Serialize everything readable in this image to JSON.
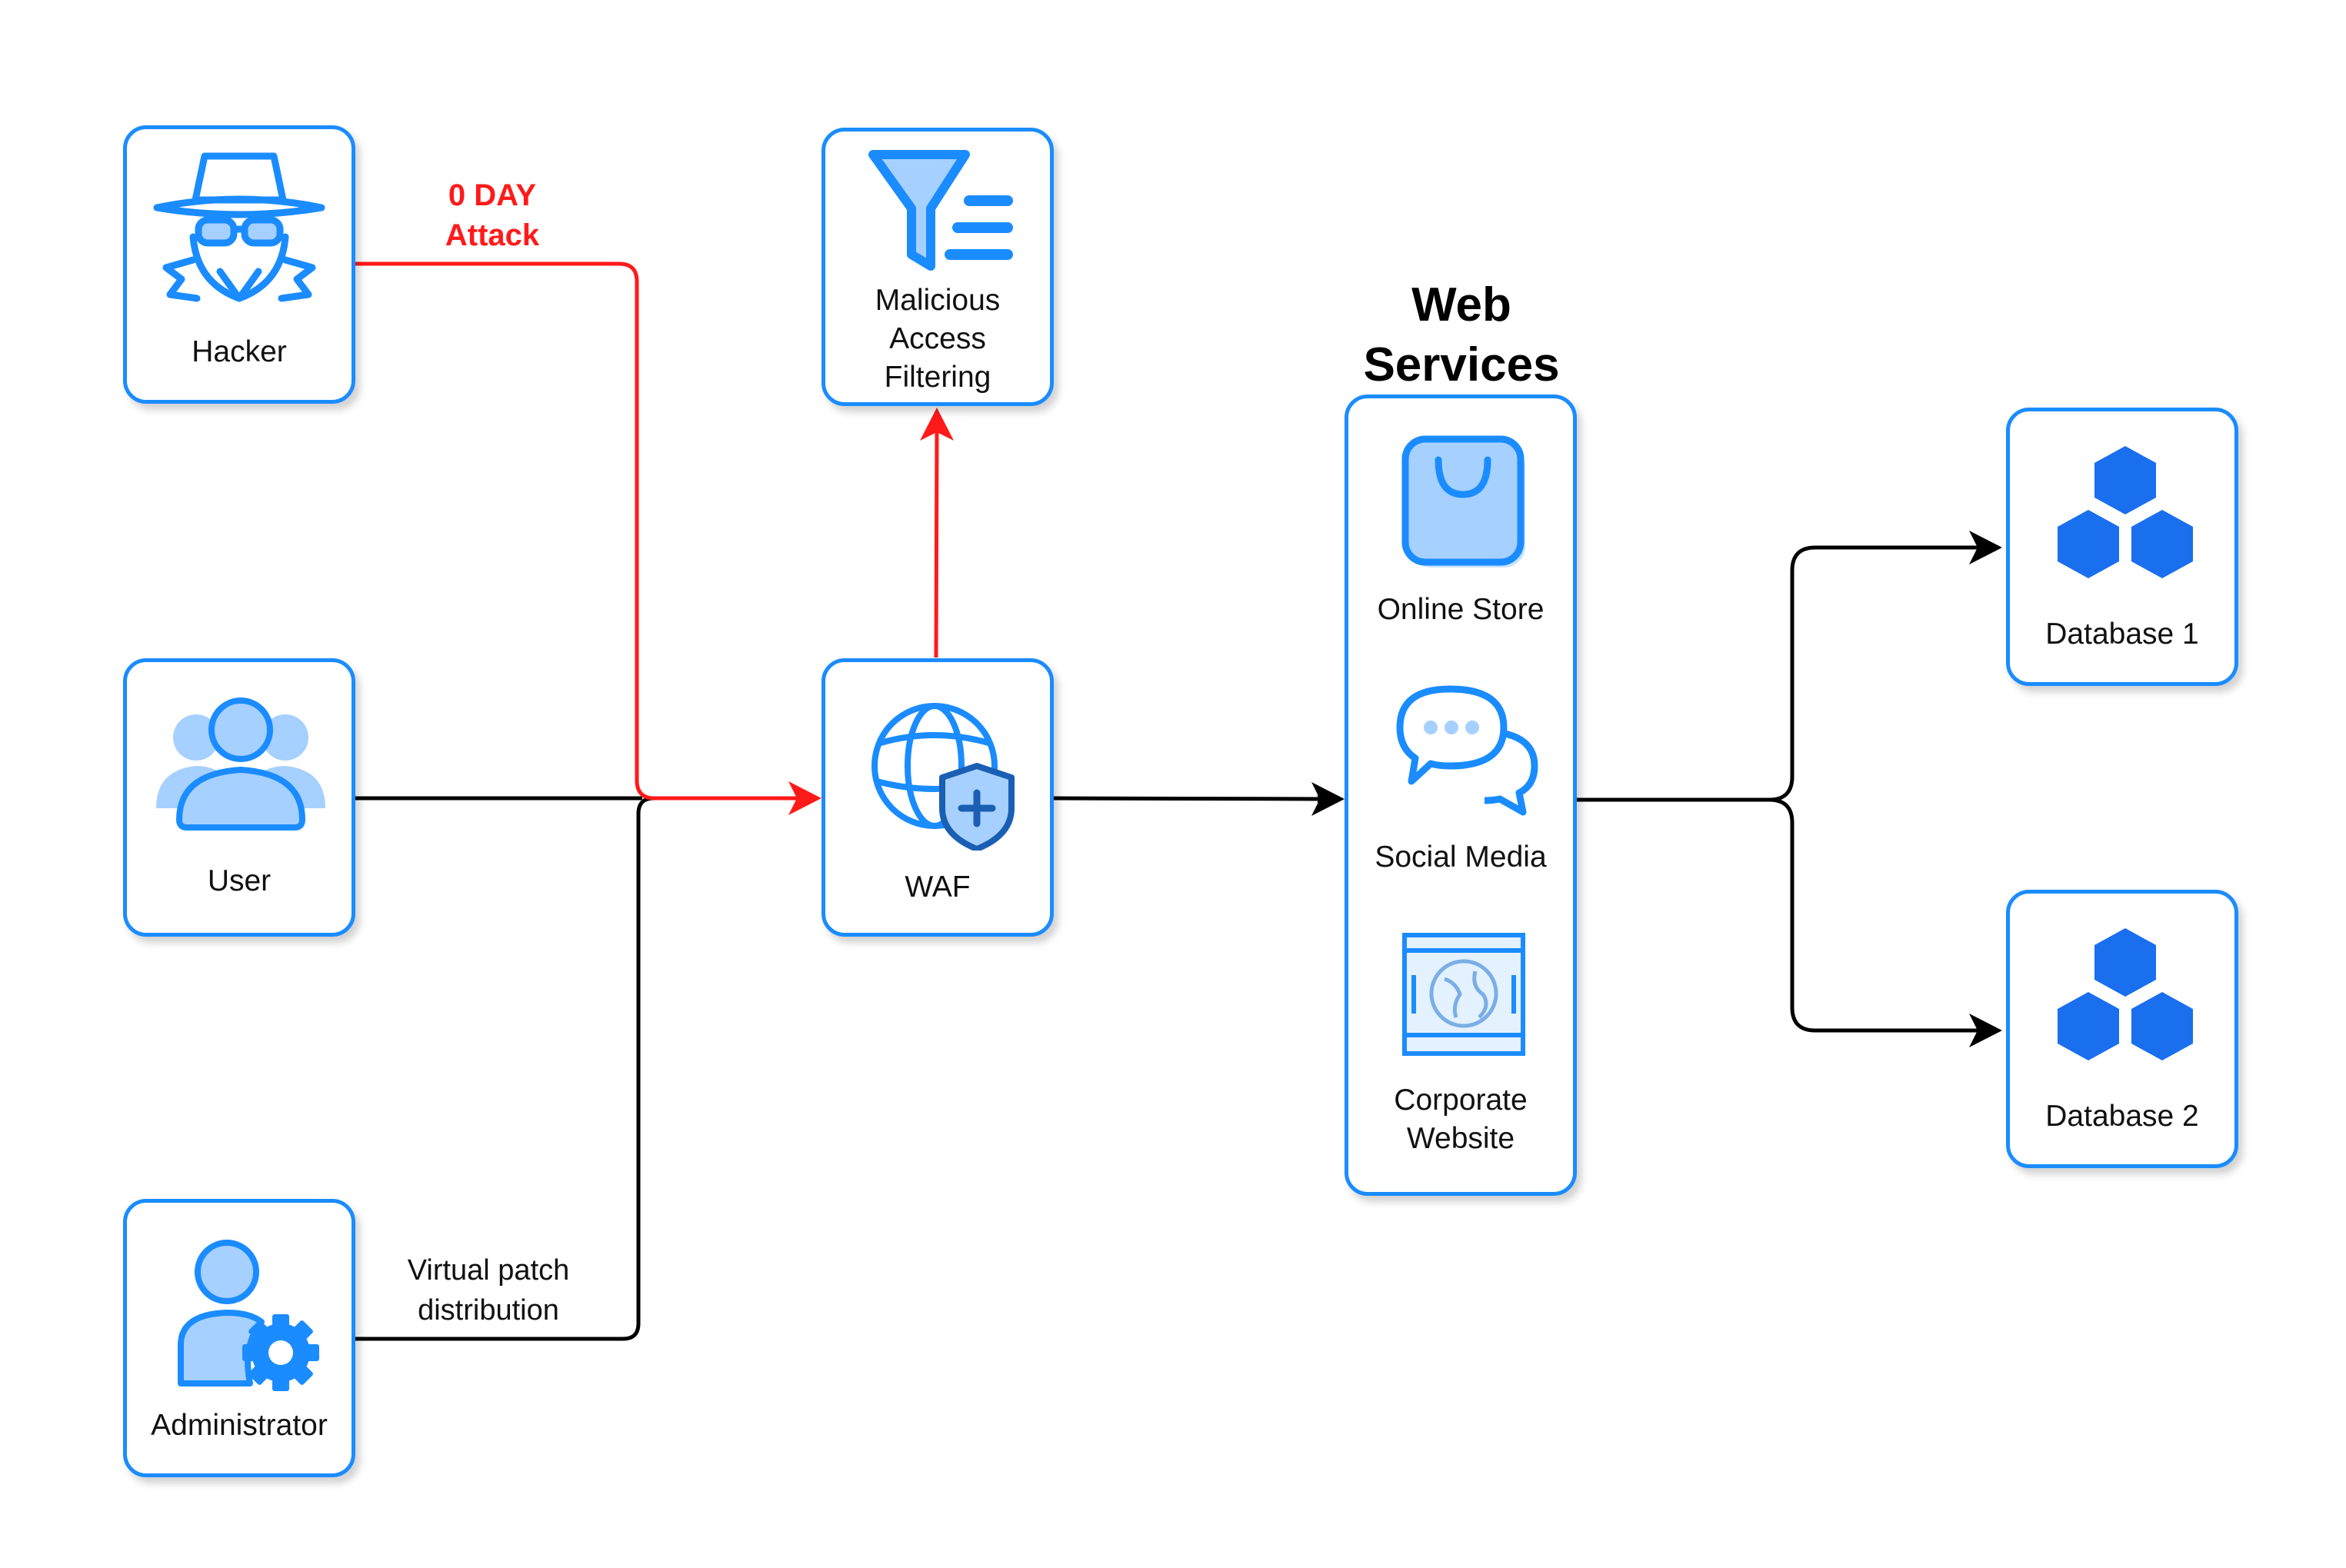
{
  "nodes": {
    "hacker": {
      "label": "Hacker",
      "icon": "hacker-icon"
    },
    "user": {
      "label": "User",
      "icon": "user-group-icon"
    },
    "administrator": {
      "label": "Administrator",
      "icon": "admin-gear-icon"
    },
    "filtering": {
      "label_lines": [
        "Malicious",
        "Access",
        "Filtering"
      ],
      "icon": "filter-icon"
    },
    "waf": {
      "label": "WAF",
      "icon": "globe-shield-icon"
    },
    "database1": {
      "label": "Database 1",
      "icon": "database-cubes-icon"
    },
    "database2": {
      "label": "Database 2",
      "icon": "database-cubes-icon"
    }
  },
  "web_services": {
    "title_lines": [
      "Web",
      "Services"
    ],
    "items": [
      {
        "label": "Online Store",
        "icon": "shopping-bag-icon"
      },
      {
        "label": "Social Media",
        "icon": "chat-bubbles-icon"
      },
      {
        "label_lines": [
          "Corporate",
          "Website"
        ],
        "icon": "web-page-globe-icon"
      }
    ]
  },
  "edges": {
    "attack_label_lines": [
      "0 DAY",
      "Attack"
    ],
    "patch_label_lines": [
      "Virtual patch",
      "distribution"
    ]
  },
  "colors": {
    "node_border": "#1a8cff",
    "icon_blue": "#1a8cff",
    "icon_fill_light": "#a6d0ff",
    "attack_line": "#ff1a1a",
    "normal_line": "#000000"
  }
}
